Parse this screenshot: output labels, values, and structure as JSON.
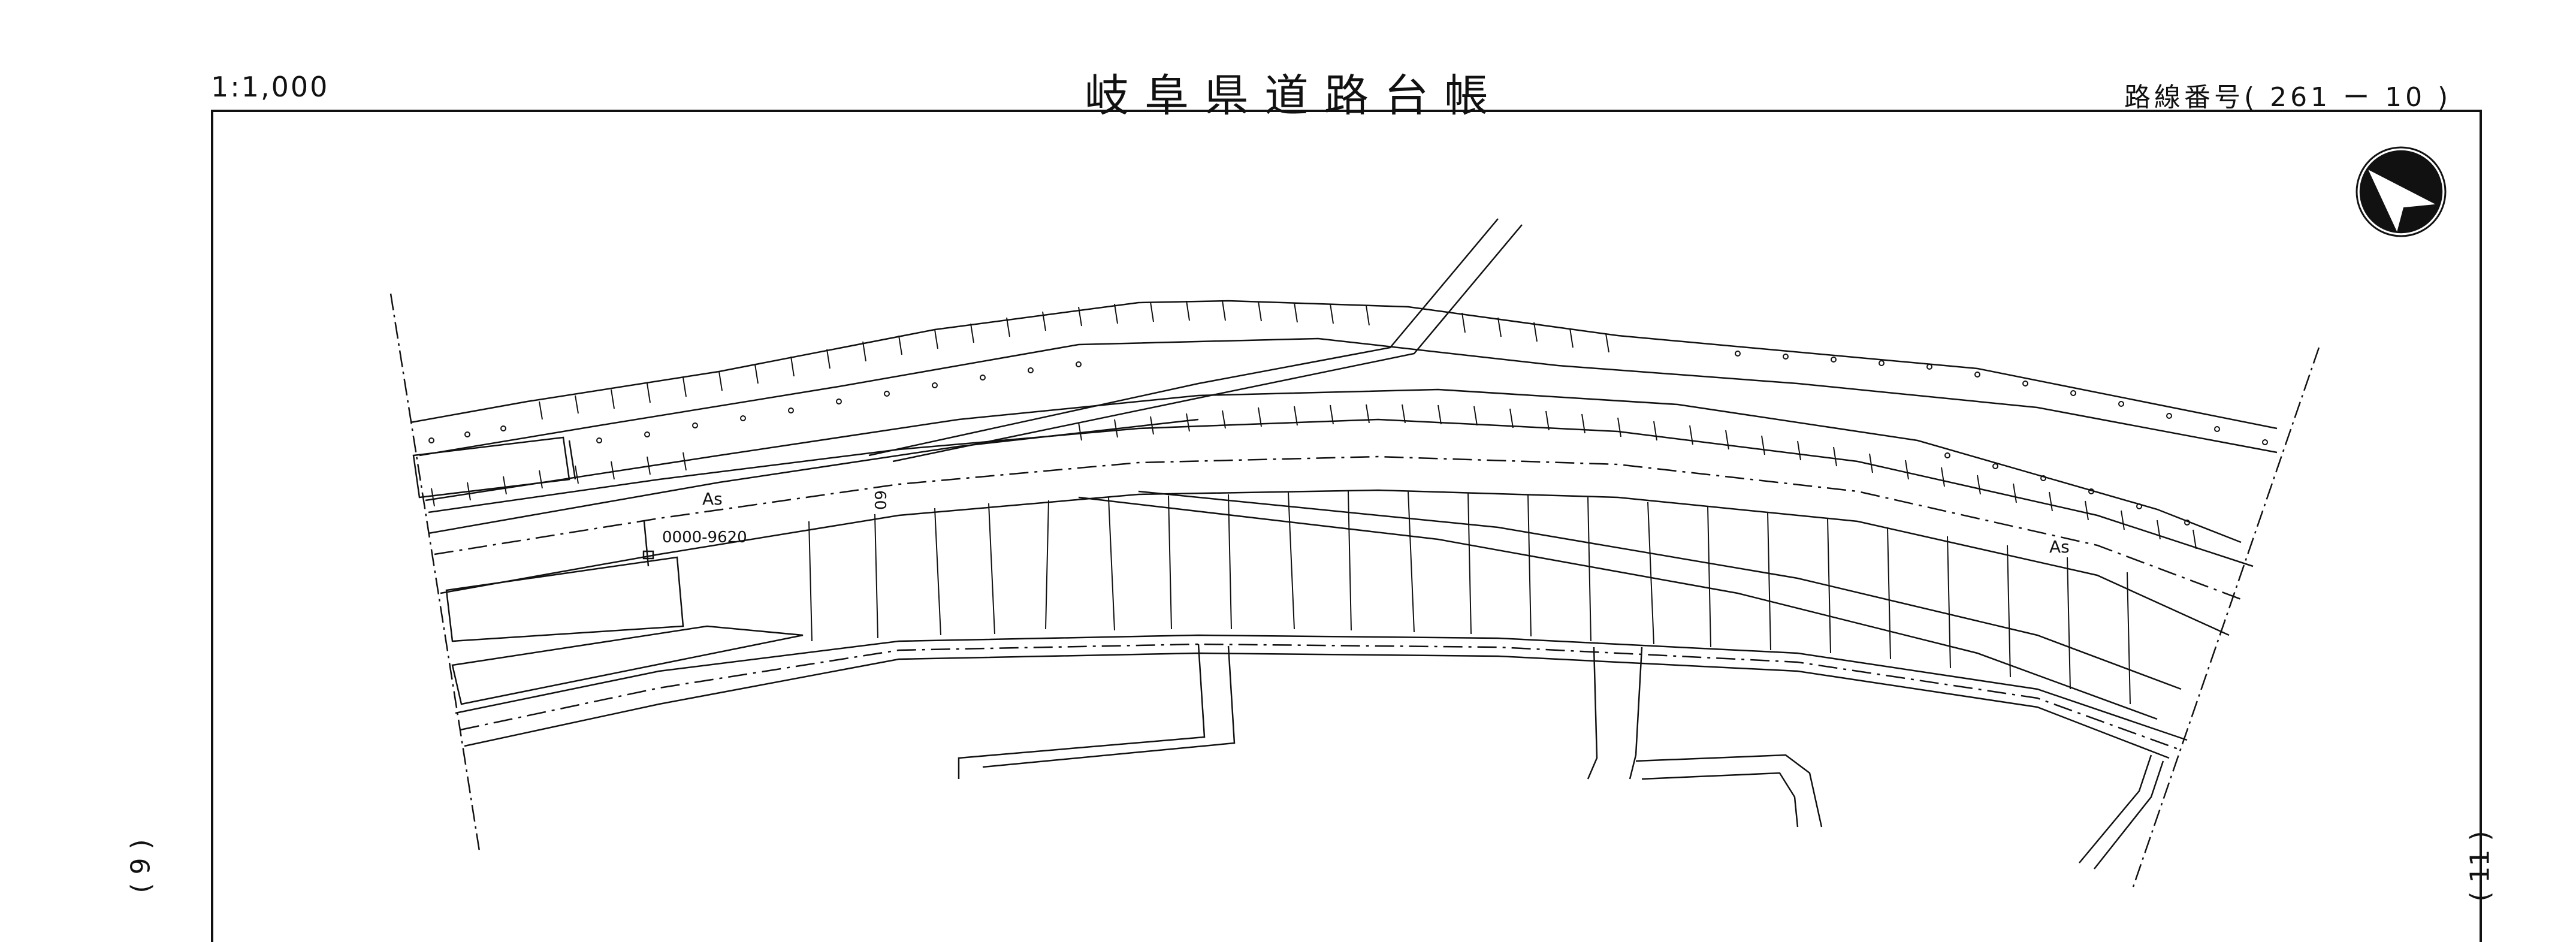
{
  "header": {
    "scale": "1:1,000",
    "title": "岐阜県道路台帳",
    "route_number": "路線番号( 261 ー 10 )"
  },
  "sheet_refs": {
    "left": "( 9 )",
    "right": "( 11 )"
  },
  "map": {
    "labels": {
      "pavement_west": "As",
      "pavement_east": "As",
      "point_id": "0000-9620",
      "chainage": "60"
    }
  }
}
